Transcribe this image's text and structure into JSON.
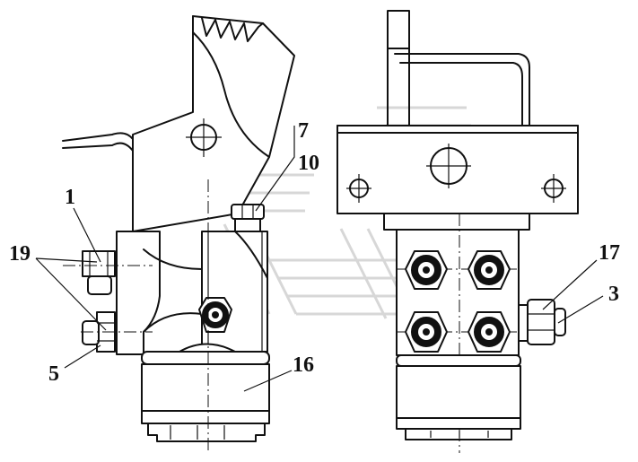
{
  "callouts": {
    "c1": "1",
    "c3": "3",
    "c5": "5",
    "c7": "7",
    "c10": "10",
    "c16": "16",
    "c17": "17",
    "c19": "19"
  }
}
